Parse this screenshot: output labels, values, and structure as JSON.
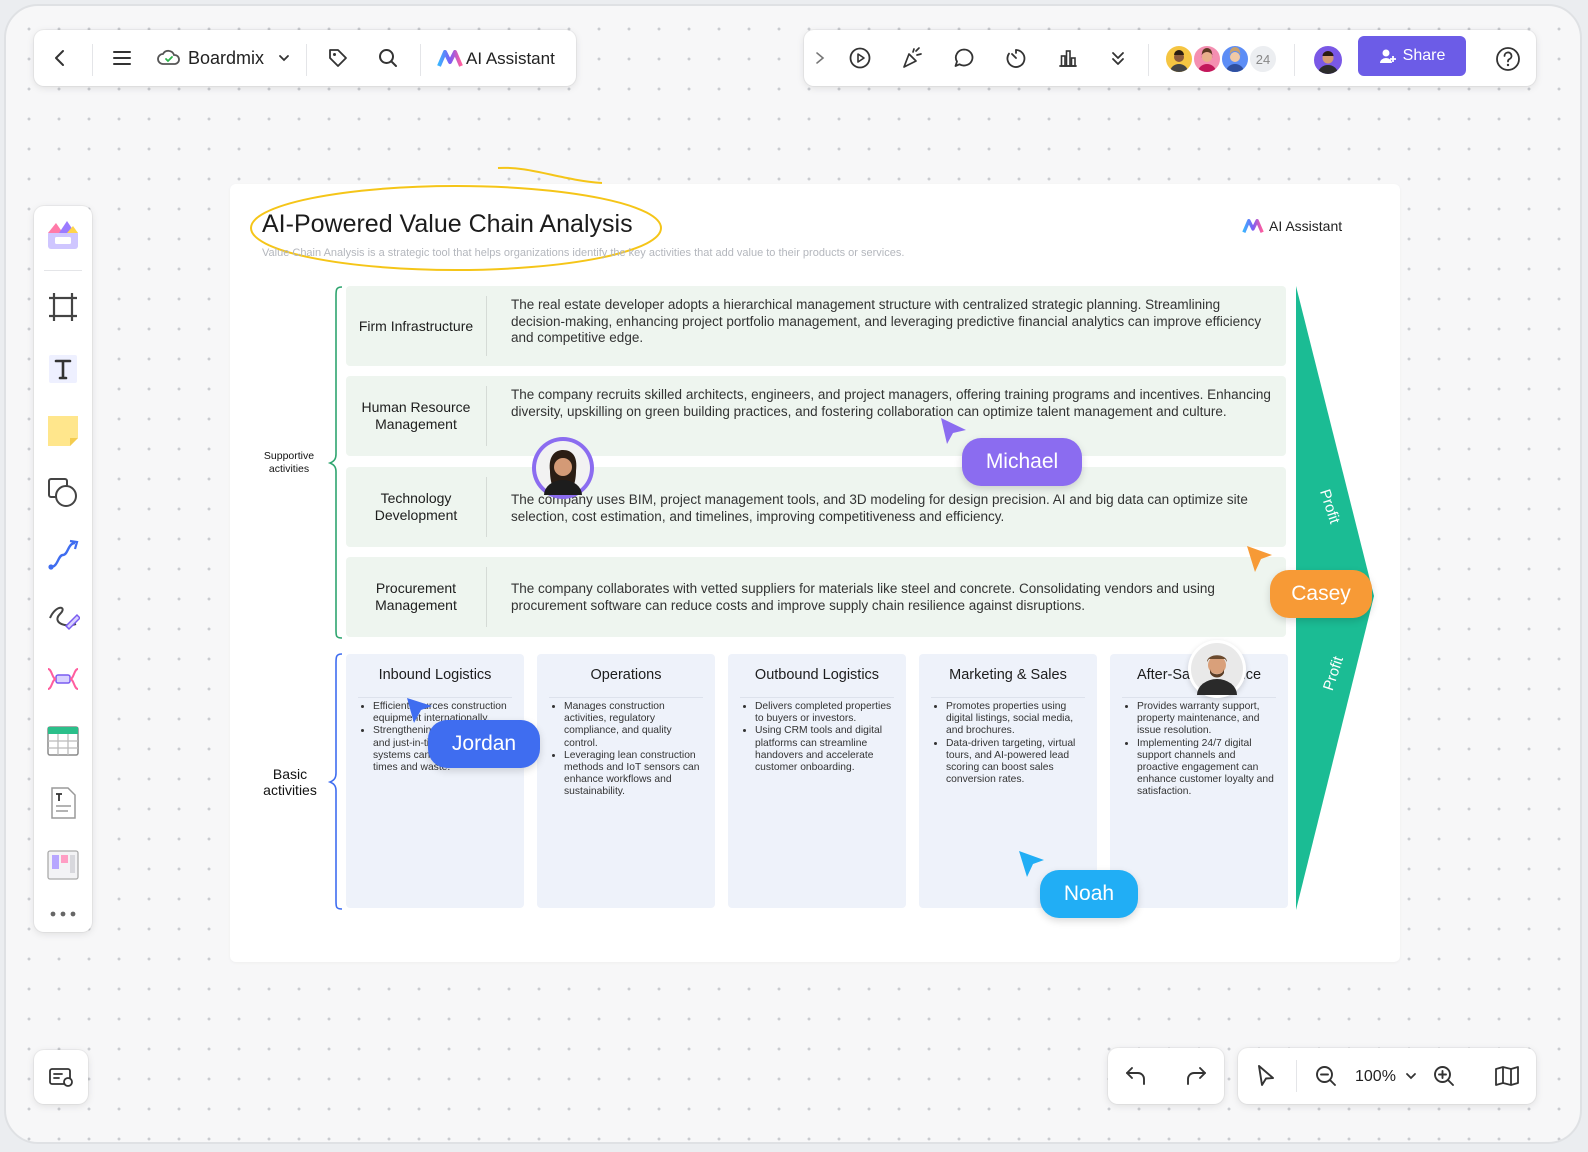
{
  "toolbar": {
    "app_name": "Boardmix",
    "ai_assistant_label": "AI Assistant",
    "collaborator_count": "24",
    "share_label": "Share"
  },
  "board": {
    "title": "AI-Powered Value Chain Analysis",
    "subtitle": "Value Chain Analysis is a strategic tool that helps organizations identify the key activities that add value to their products or services.",
    "ai_badge": "AI Assistant",
    "supportive_label": "Supportive\nactivities",
    "basic_label": "Basic\nactivities",
    "profit_label": "Profit",
    "support_rows": [
      {
        "label": "Firm Infrastructure",
        "text": "The real estate developer adopts a hierarchical management structure with centralized strategic planning. Streamlining decision-making, enhancing project portfolio management, and leveraging predictive financial analytics can improve efficiency and competitive edge."
      },
      {
        "label": "Human Resource\nManagement",
        "text": "The company recruits skilled architects, engineers, and project managers, offering training programs and incentives. Enhancing diversity, upskilling on green building practices, and fostering collaboration can optimize talent management and culture."
      },
      {
        "label": "Technology\nDevelopment",
        "text": "The company uses BIM, project management tools, and 3D modeling for design precision. AI and big data can optimize site selection, cost estimation, and timelines, improving competitiveness and efficiency."
      },
      {
        "label": "Procurement\nManagement",
        "text": "The company collaborates with vetted suppliers for materials like steel and concrete. Consolidating vendors and using procurement software can reduce costs and improve supply chain resilience against disruptions."
      }
    ],
    "basic_columns": [
      {
        "title": "Inbound Logistics",
        "bullets": [
          "Efficient sources construction equipment internationally.",
          "Strengthening partnerships and just-in-time inventory systems can reduce lead times and waste."
        ]
      },
      {
        "title": "Operations",
        "bullets": [
          "Manages construction activities, regulatory compliance, and quality control.",
          "Leveraging lean construction methods and IoT sensors can enhance workflows and sustainability."
        ]
      },
      {
        "title": "Outbound Logistics",
        "bullets": [
          "Delivers completed properties to buyers or investors.",
          "Using CRM tools and digital platforms can streamline handovers and accelerate customer onboarding."
        ]
      },
      {
        "title": "Marketing & Sales",
        "bullets": [
          "Promotes properties using digital listings, social media, and brochures.",
          "Data-driven targeting, virtual tours, and AI-powered lead scoring can boost sales conversion rates."
        ]
      },
      {
        "title": "After-Sales Service",
        "bullets": [
          "Provides warranty support, property maintenance, and issue resolution.",
          "Implementing 24/7 digital support channels and proactive engagement can enhance customer loyalty and satisfaction."
        ]
      }
    ]
  },
  "cursors": {
    "michael": "Michael",
    "casey": "Casey",
    "jordan": "Jordan",
    "noah": "Noah"
  },
  "bottom": {
    "zoom": "100%"
  },
  "colors": {
    "accent": "#6c5ce7",
    "profit": "#1bbc94",
    "michael": "#8b6cf0",
    "casey": "#f79a36",
    "jordan": "#3f6df0",
    "noah": "#21aef5"
  }
}
